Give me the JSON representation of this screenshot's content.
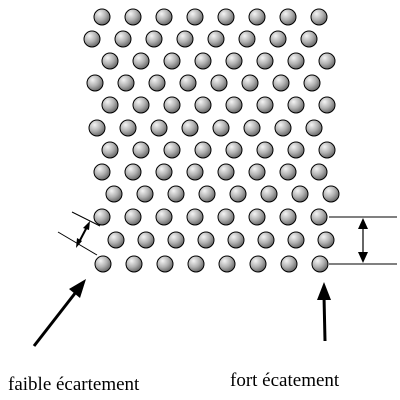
{
  "labels": {
    "left": "faible écartement",
    "right": "fort écatement"
  },
  "lattice": {
    "row_counts": [
      8,
      8,
      8,
      8,
      8,
      8,
      8,
      8,
      8,
      8,
      8,
      8
    ],
    "ball_color_light": "#f4f4f4",
    "ball_color_dark": "#555555",
    "line_color": "#000000"
  }
}
